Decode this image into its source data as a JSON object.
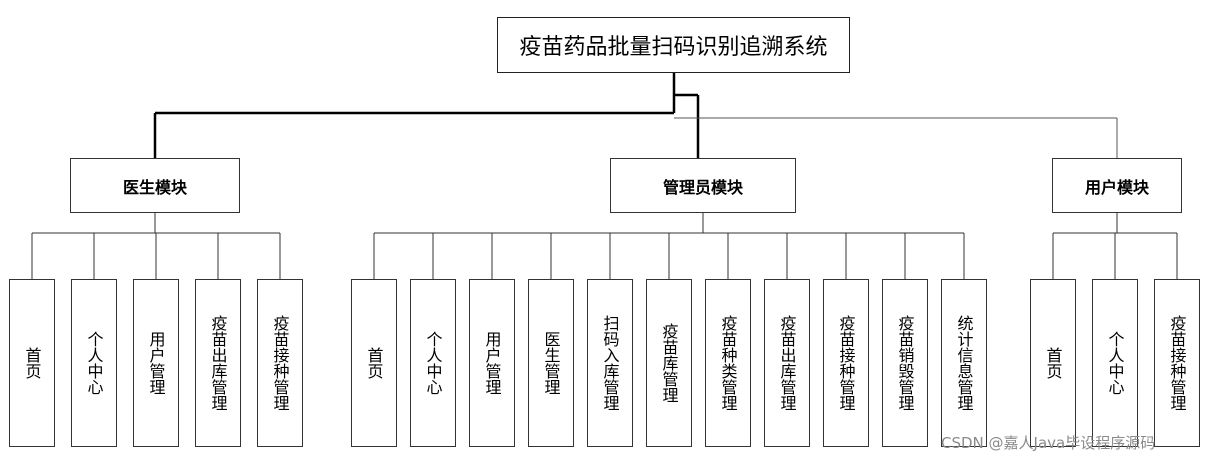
{
  "root": {
    "title": "疫苗药品批量扫码识别追溯系统"
  },
  "modules": [
    {
      "label": "医生模块",
      "children": [
        "首页",
        "个人中心",
        "用户管理",
        "疫苗出库管理",
        "疫苗接种管理"
      ]
    },
    {
      "label": "管理员模块",
      "children": [
        "首页",
        "个人中心",
        "用户管理",
        "医生管理",
        "扫码入库管理",
        "疫苗库管理",
        "疫苗种类管理",
        "疫苗出库管理",
        "疫苗接种管理",
        "疫苗销毁管理",
        "统计信息管理"
      ]
    },
    {
      "label": "用户模块",
      "children": [
        "首页",
        "个人中心",
        "疫苗接种管理"
      ]
    }
  ],
  "watermark": "CSDN @嘉人Java毕设程序源码"
}
